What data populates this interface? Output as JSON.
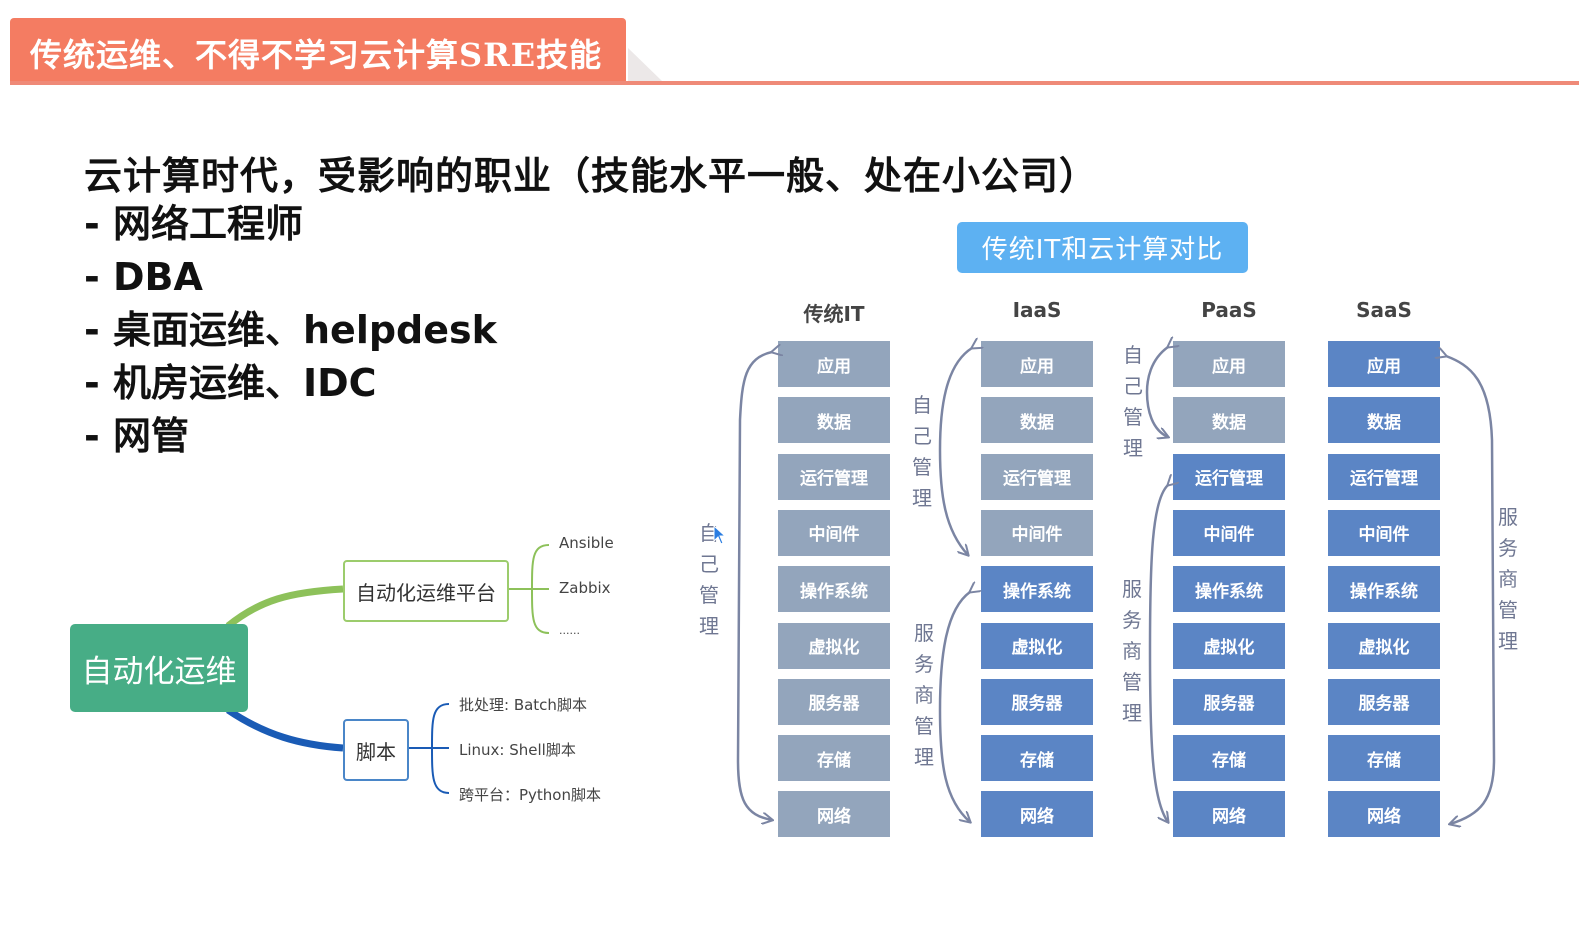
{
  "slide": {
    "title": "传统运维、不得不学习云计算SRE技能",
    "heading": "云计算时代，受影响的职业（技能水平一般、处在小公司）",
    "bullets": [
      "- 网络工程师",
      "- DBA",
      "- 桌面运维、helpdesk",
      "- 机房运维、IDC",
      "- 网管"
    ]
  },
  "mindmap": {
    "root": "自动化运维",
    "branches": [
      {
        "label": "自动化运维平台",
        "color": "#8dc15a",
        "children": [
          "Ansible",
          "Zabbix",
          "......"
        ]
      },
      {
        "label": "脚本",
        "color": "#1a5bb5",
        "children": [
          "批处理: Batch脚本",
          "Linux: Shell脚本",
          "跨平台：Python脚本"
        ]
      }
    ]
  },
  "comparison": {
    "title": "传统IT和云计算对比",
    "layers": [
      "应用",
      "数据",
      "运行管理",
      "中间件",
      "操作系统",
      "虚拟化",
      "服务器",
      "存储",
      "网络"
    ],
    "columns": [
      {
        "name": "传统IT",
        "self_managed_count": 9
      },
      {
        "name": "IaaS",
        "self_managed_count": 4
      },
      {
        "name": "PaaS",
        "self_managed_count": 2
      },
      {
        "name": "SaaS",
        "self_managed_count": 0
      }
    ],
    "labels": {
      "self": "自己管理",
      "provider": "服务商管理"
    },
    "colors": {
      "self": "#93a5bc",
      "provider": "#5b85c5",
      "title_bg": "#5db1f2"
    }
  },
  "colors": {
    "title_bar": "#f47c62",
    "mindmap_root": "#47ad86"
  }
}
